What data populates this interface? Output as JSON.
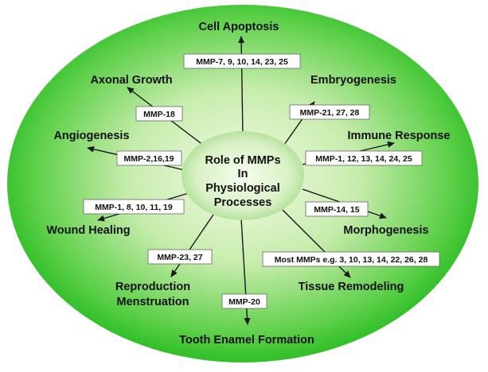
{
  "center": {
    "lines": [
      "Role of MMPs",
      "In",
      "Physiological",
      "Processes"
    ]
  },
  "processes": [
    {
      "id": "cell-apoptosis",
      "label": "Cell Apoptosis",
      "mmps": "MMP-7, 9, 10, 14, 23, 25"
    },
    {
      "id": "embryogenesis",
      "label": "Embryogenesis",
      "mmps": "MMP-21, 27, 28"
    },
    {
      "id": "immune-response",
      "label": "Immune Response",
      "mmps": "MMP-1, 12, 13, 14, 24, 25"
    },
    {
      "id": "morphogenesis",
      "label": "Morphogenesis",
      "mmps": "MMP-14, 15"
    },
    {
      "id": "tissue-remodeling",
      "label": "Tissue Remodeling",
      "mmps": "Most MMPs e.g. 3, 10, 13, 14, 22, 26, 28"
    },
    {
      "id": "tooth-enamel-formation",
      "label": "Tooth Enamel Formation",
      "mmps": "MMP-20"
    },
    {
      "id": "reproduction-menstruation",
      "label": "Reproduction Menstruation",
      "label_lines": [
        "Reproduction",
        "Menstruation"
      ],
      "mmps": "MMP-23, 27"
    },
    {
      "id": "wound-healing",
      "label": "Wound Healing",
      "mmps": "MMP-1, 8, 10, 11, 19"
    },
    {
      "id": "angiogenesis",
      "label": "Angiogenesis",
      "mmps": "MMP-2,16,19"
    },
    {
      "id": "axonal-growth",
      "label": "Axonal Growth",
      "mmps": "MMP-18"
    }
  ],
  "colors": {
    "outer_ellipse_center": "#f4fbe8",
    "outer_ellipse_edge": "#1fb81c",
    "inner_ellipse_center": "#f6fcef",
    "inner_ellipse_edge": "#a6dd8c",
    "arrow": "#1a1a1a",
    "label_box": "#ffffff"
  }
}
